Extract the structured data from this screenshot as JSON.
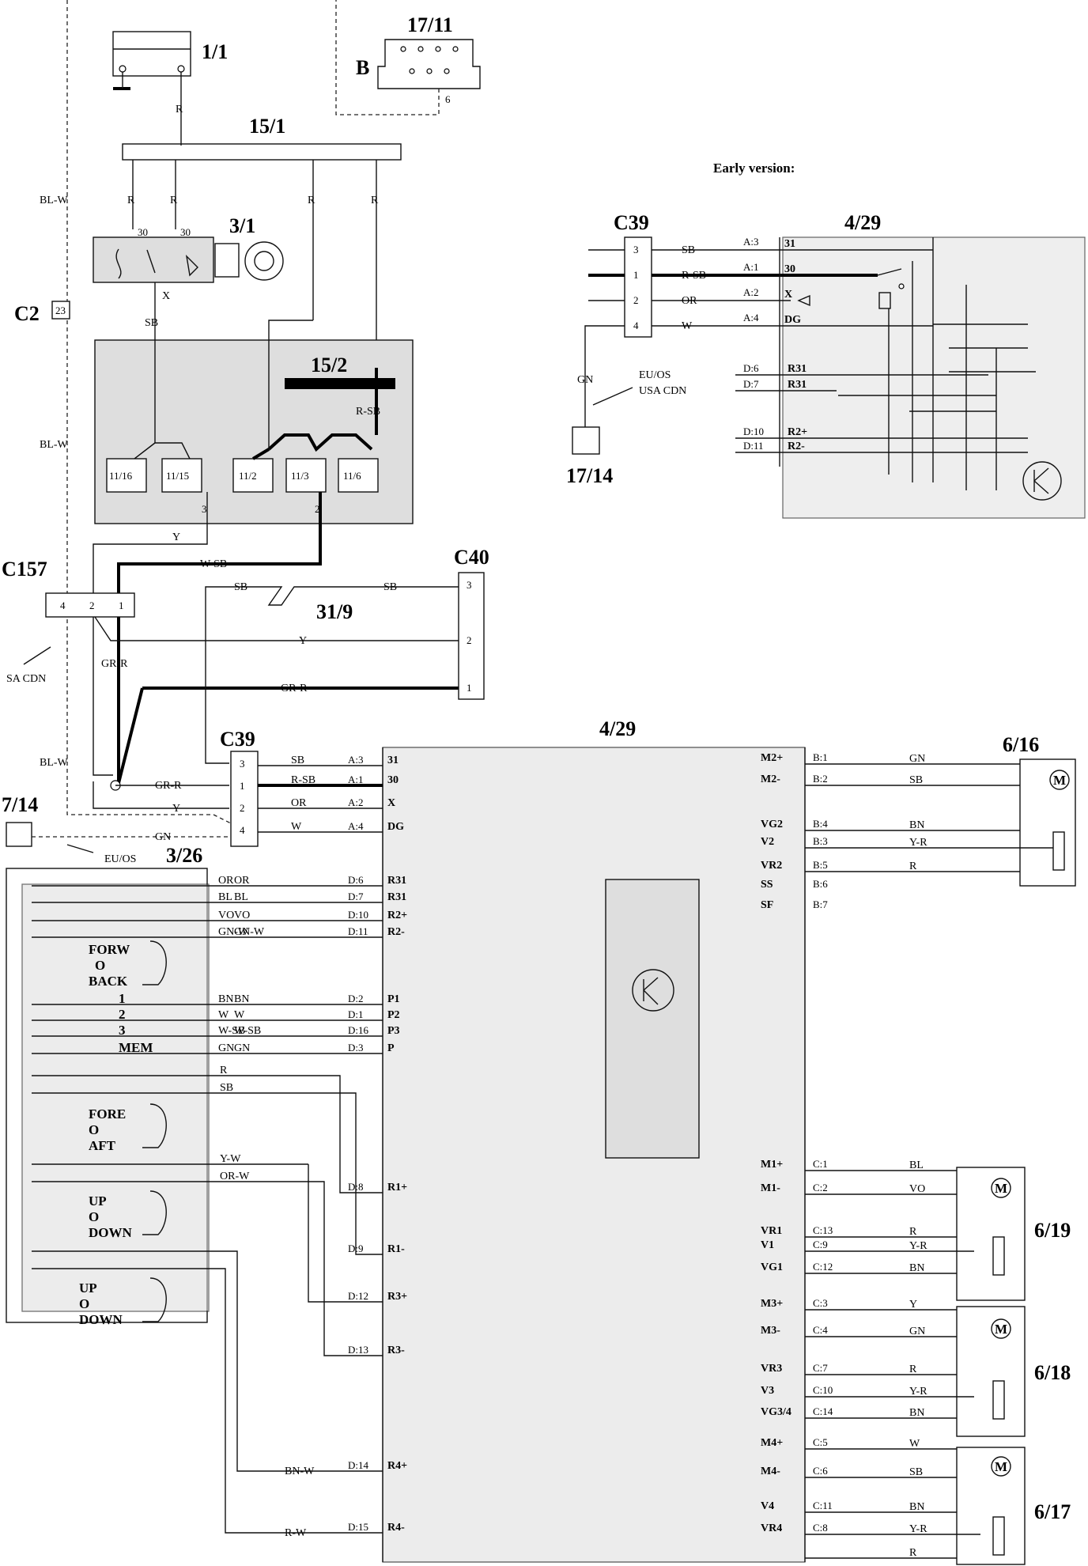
{
  "components": {
    "c1_1": "1/1",
    "c17_11": "17/11",
    "c17_11_letter": "B",
    "c17_11_pin": "6",
    "c15_1": "15/1",
    "c3_1": "3/1",
    "c15_2": "15/2",
    "c2": "C2",
    "c2_pin": "23",
    "c157": "C157",
    "c40": "C40",
    "c31_9": "31/9",
    "c39": "C39",
    "c4_29": "4/29",
    "c7_14": "7/14",
    "c3_26": "3/26",
    "c17_14": "17/14",
    "c6_16": "6/16",
    "c6_19": "6/19",
    "c6_18": "6/18",
    "c6_17": "6/17",
    "early_version": "Early version:",
    "sa_cdn": "SA CDN",
    "eu_os": "EU/OS",
    "eu_os_early": "EU/OS",
    "usa_cdn_early": "USA CDN"
  },
  "wires": {
    "R": "R",
    "BLW": "BL-W",
    "SB": "SB",
    "X": "X",
    "RSB": "R-SB",
    "Y": "Y",
    "WSB": "W-SB",
    "GRR": "GR-R",
    "OR": "OR",
    "W": "W",
    "GN": "GN",
    "BL": "BL",
    "VO": "VO",
    "GNW": "GN-W",
    "BN": "BN",
    "YW": "Y-W",
    "ORW": "OR-W",
    "BNW": "BN-W",
    "RW": "R-W",
    "YR": "Y-R",
    "DG": "DG"
  },
  "relay_15_2_pins": [
    "11/16",
    "11/15",
    "11/2",
    "11/3",
    "11/6"
  ],
  "relay_15_2_sub": [
    "3",
    "2"
  ],
  "switch_3_1_pins": [
    "30",
    "30"
  ],
  "c157_pins": [
    "4",
    "2",
    "1"
  ],
  "c40_pins": [
    "3",
    "2",
    "1"
  ],
  "c39_pins": [
    "3",
    "1",
    "2",
    "4"
  ],
  "c39_left": [
    {
      "wire": "SB",
      "pin": "A:3",
      "term": "31"
    },
    {
      "wire": "R-SB",
      "pin": "A:1",
      "term": "30"
    },
    {
      "wire": "OR",
      "pin": "A:2",
      "term": "X"
    },
    {
      "wire": "W",
      "pin": "A:4",
      "term": "DG"
    }
  ],
  "ctrl_left": [
    {
      "wire": "OR",
      "pin": "D:6",
      "term": "R31"
    },
    {
      "wire": "BL",
      "pin": "D:7",
      "term": "R31"
    },
    {
      "wire": "VO",
      "pin": "D:10",
      "term": "R2+"
    },
    {
      "wire": "GN-W",
      "pin": "D:11",
      "term": "R2-"
    },
    {
      "wire": "BN",
      "pin": "D:2",
      "term": "P1"
    },
    {
      "wire": "W",
      "pin": "D:1",
      "term": "P2"
    },
    {
      "wire": "W-SB",
      "pin": "D:16",
      "term": "P3"
    },
    {
      "wire": "GN",
      "pin": "D:3",
      "term": "P"
    }
  ],
  "ctrl_left_lower": [
    {
      "wire": "",
      "pin": "D:8",
      "term": "R1+"
    },
    {
      "wire": "",
      "pin": "D:9",
      "term": "R1-"
    },
    {
      "wire": "",
      "pin": "D:12",
      "term": "R3+"
    },
    {
      "wire": "",
      "pin": "D:13",
      "term": "R3-"
    },
    {
      "wire": "BN-W",
      "pin": "D:14",
      "term": "R4+"
    },
    {
      "wire": "R-W",
      "pin": "D:15",
      "term": "R4-"
    }
  ],
  "switch_labels": {
    "forw": "FORW",
    "o": "O",
    "back": "BACK",
    "one": "1",
    "two": "2",
    "three": "3",
    "mem": "MEM",
    "fore": "FORE",
    "aft": "AFT",
    "up": "UP",
    "down": "DOWN"
  },
  "ctrl_right_b": [
    {
      "term": "M2+",
      "pin": "B:1",
      "wire": "GN"
    },
    {
      "term": "M2-",
      "pin": "B:2",
      "wire": "SB"
    },
    {
      "term": "VG2",
      "pin": "B:4",
      "wire": "BN"
    },
    {
      "term": "V2",
      "pin": "B:3",
      "wire": "Y-R"
    },
    {
      "term": "VR2",
      "pin": "B:5",
      "wire": "R"
    },
    {
      "term": "SS",
      "pin": "B:6",
      "wire": ""
    },
    {
      "term": "SF",
      "pin": "B:7",
      "wire": ""
    }
  ],
  "ctrl_right_c1": [
    {
      "term": "M1+",
      "pin": "C:1",
      "wire": "BL"
    },
    {
      "term": "M1-",
      "pin": "C:2",
      "wire": "VO"
    },
    {
      "term": "VR1",
      "pin": "C:13",
      "wire": "R"
    },
    {
      "term": "V1",
      "pin": "C:9",
      "wire": "Y-R"
    },
    {
      "term": "VG1",
      "pin": "C:12",
      "wire": "BN"
    }
  ],
  "ctrl_right_c3": [
    {
      "term": "M3+",
      "pin": "C:3",
      "wire": "Y"
    },
    {
      "term": "M3-",
      "pin": "C:4",
      "wire": "GN"
    },
    {
      "term": "VR3",
      "pin": "C:7",
      "wire": "R"
    },
    {
      "term": "V3",
      "pin": "C:10",
      "wire": "Y-R"
    },
    {
      "term": "VG3/4",
      "pin": "C:14",
      "wire": "BN"
    }
  ],
  "ctrl_right_c4": [
    {
      "term": "M4+",
      "pin": "C:5",
      "wire": "W"
    },
    {
      "term": "M4-",
      "pin": "C:6",
      "wire": "SB"
    },
    {
      "term": "V4",
      "pin": "C:11",
      "wire": "BN"
    },
    {
      "term": "VR4",
      "pin": "C:8",
      "wire": "Y-R"
    },
    {
      "term": "",
      "pin": "",
      "wire": "R"
    }
  ],
  "early_rows": [
    {
      "pin": "3",
      "wire": "SB",
      "cpin": "A:3",
      "term": "31"
    },
    {
      "pin": "1",
      "wire": "R-SB",
      "cpin": "A:1",
      "term": "30"
    },
    {
      "pin": "2",
      "wire": "OR",
      "cpin": "A:2",
      "term": "X"
    },
    {
      "pin": "4",
      "wire": "W",
      "cpin": "A:4",
      "term": "DG"
    }
  ],
  "early_d": [
    {
      "cpin": "D:6",
      "term": "R31"
    },
    {
      "cpin": "D:7",
      "term": "R31"
    },
    {
      "cpin": "D:10",
      "term": "R2+"
    },
    {
      "cpin": "D:11",
      "term": "R2-"
    }
  ],
  "motor_symbol": "M"
}
